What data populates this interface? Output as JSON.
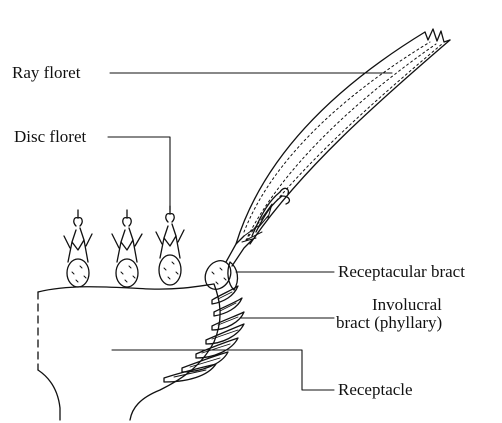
{
  "labels": {
    "ray_floret": "Ray floret",
    "disc_floret": "Disc floret",
    "receptacular_bract": "Receptacular bract",
    "involucral_line1": "Involucral",
    "involucral_line2": "bract (phyllary)",
    "receptacle": "Receptacle"
  },
  "colors": {
    "ink": "#111111",
    "background": "#ffffff"
  }
}
